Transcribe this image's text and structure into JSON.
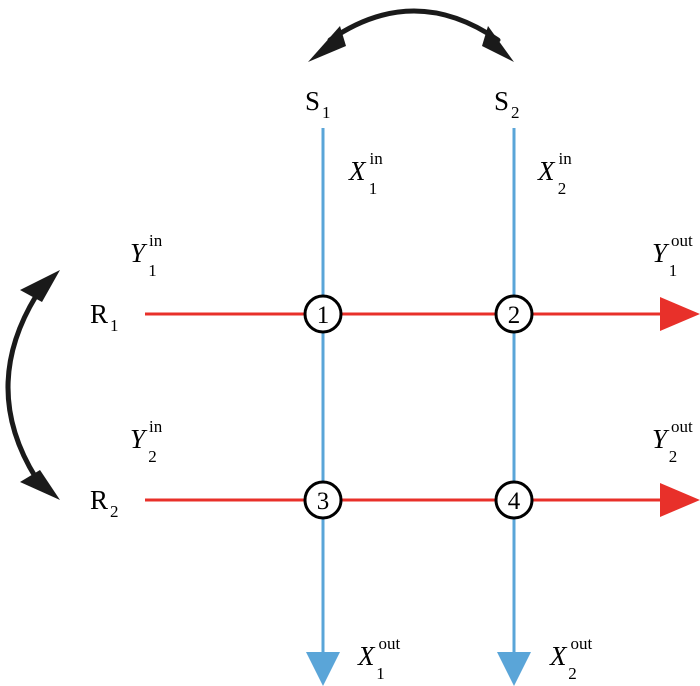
{
  "colors": {
    "source_line": "#5aa5d8",
    "receiver_line": "#e8302a",
    "node_stroke": "#000000",
    "swap_arrow": "#1a1a1a"
  },
  "sources": [
    {
      "main": "S",
      "sub": "1"
    },
    {
      "main": "S",
      "sub": "2"
    }
  ],
  "receivers": [
    {
      "main": "R",
      "sub": "1"
    },
    {
      "main": "R",
      "sub": "2"
    }
  ],
  "source_inputs": [
    {
      "main": "X",
      "sub": "1",
      "sup": "in"
    },
    {
      "main": "X",
      "sub": "2",
      "sup": "in"
    }
  ],
  "source_outputs": [
    {
      "main": "X",
      "sub": "1",
      "sup": "out"
    },
    {
      "main": "X",
      "sub": "2",
      "sup": "out"
    }
  ],
  "receiver_inputs": [
    {
      "main": "Y",
      "sub": "1",
      "sup": "in"
    },
    {
      "main": "Y",
      "sub": "2",
      "sup": "in"
    }
  ],
  "receiver_outputs": [
    {
      "main": "Y",
      "sub": "1",
      "sup": "out"
    },
    {
      "main": "Y",
      "sub": "2",
      "sup": "out"
    }
  ],
  "nodes": [
    "1",
    "2",
    "3",
    "4"
  ]
}
